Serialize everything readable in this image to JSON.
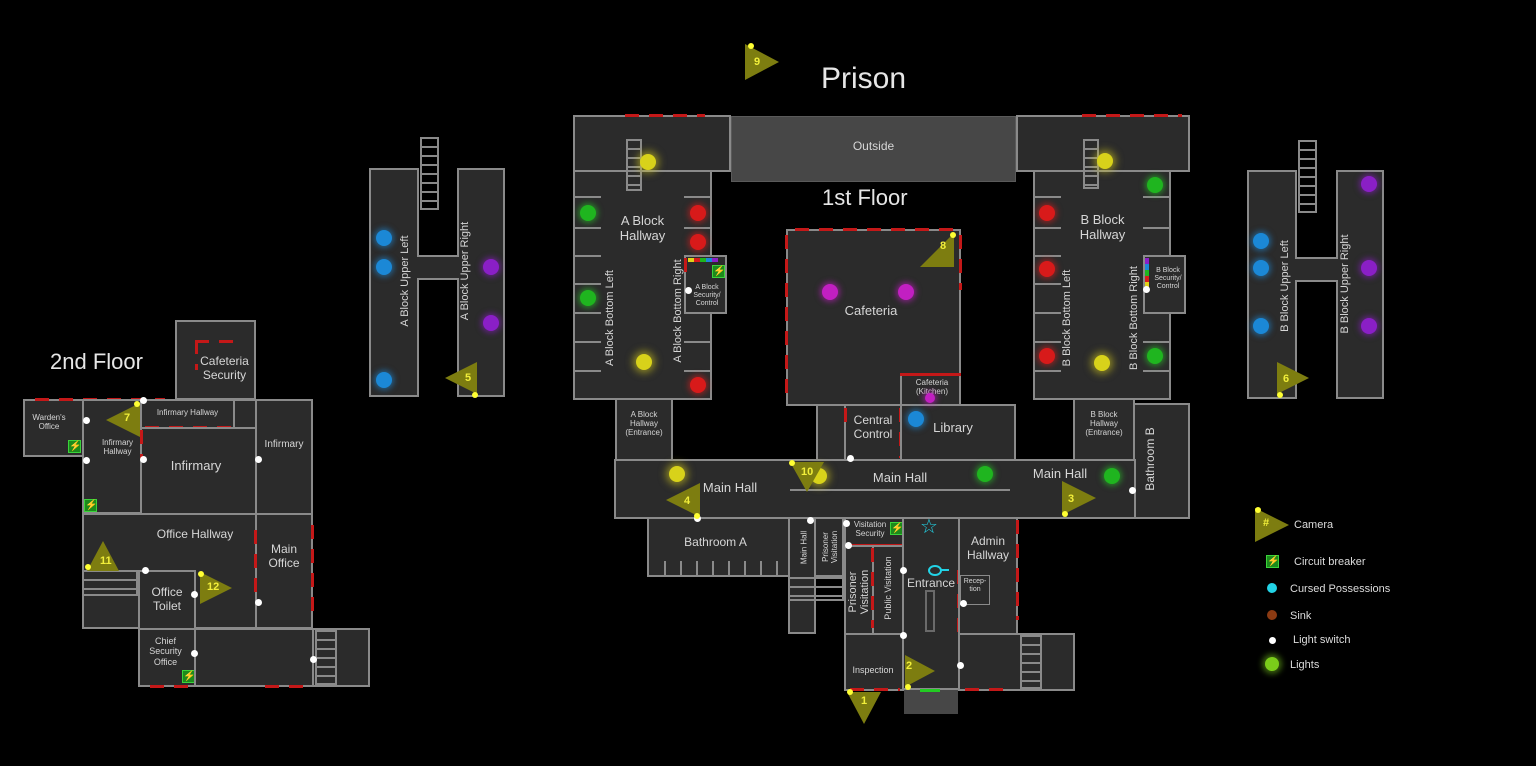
{
  "map": {
    "title": "Prison",
    "floor1_label": "1st Floor",
    "floor2_label": "2nd Floor",
    "outside_label": "Outside"
  },
  "rooms_floor1": {
    "a_block_hallway": "A Block\nHallway",
    "a_block_bottom_left": "A Block Bottom Left",
    "a_block_bottom_right": "A Block Bottom Right",
    "a_block_security": "A Block\nSecurity/\nControl",
    "a_block_entrance": "A Block\nHallway\n(Entrance)",
    "b_block_hallway": "B Block\nHallway",
    "b_block_bottom_left": "B Block Bottom Left",
    "b_block_bottom_right": "B Block Bottom Right",
    "b_block_security": "B Block\nSecurity/\nControl",
    "b_block_entrance": "B Block\nHallway\n(Entrance)",
    "cafeteria": "Cafeteria",
    "cafeteria_kitchen": "Cafeteria\n(Kitchen)",
    "central_control": "Central\nControl",
    "library": "Library",
    "main_hall_left": "Main Hall",
    "main_hall_center": "Main Hall",
    "main_hall_right": "Main Hall",
    "bathroom_a": "Bathroom A",
    "bathroom_b": "Bathroom B",
    "main_hall_small": "Main Hall",
    "prisoner_visitation_small": "Prisoner\nVisitation",
    "visitation_security": "Visitation\nSecurity",
    "prisoner_visitation": "Prisoner\nVisitation",
    "public_visitation": "Public Visitation",
    "entrance": "Entrance",
    "admin_hallway": "Admin\nHallway",
    "reception": "Recep-\ntion",
    "inspection": "Inspection"
  },
  "rooms_upper": {
    "a_block_upper_left": "A Block Upper Left",
    "a_block_upper_right": "A Block Upper Right",
    "b_block_upper_left": "B Block Upper Left",
    "b_block_upper_right": "B Block Upper Right"
  },
  "rooms_floor2": {
    "cafeteria_security": "Cafeteria\nSecurity",
    "wardens_office": "Warden's\nOffice",
    "infirmary_hallway_top": "Infirmary Hallway",
    "infirmary_hallway_side": "Infirmary\nHallway",
    "infirmary_main": "Infirmary",
    "infirmary_side": "Infirmary",
    "office_hallway": "Office Hallway",
    "main_office": "Main\nOffice",
    "office_toilet": "Office\nToilet",
    "chief_security_office": "Chief\nSecurity\nOffice"
  },
  "cameras": [
    {
      "id": "1",
      "label": "1"
    },
    {
      "id": "2",
      "label": "2"
    },
    {
      "id": "3",
      "label": "3"
    },
    {
      "id": "4",
      "label": "4"
    },
    {
      "id": "5",
      "label": "5"
    },
    {
      "id": "6",
      "label": "6"
    },
    {
      "id": "7",
      "label": "7"
    },
    {
      "id": "8",
      "label": "8"
    },
    {
      "id": "9",
      "label": "9"
    },
    {
      "id": "10",
      "label": "10"
    },
    {
      "id": "11",
      "label": "11"
    },
    {
      "id": "12",
      "label": "12"
    }
  ],
  "legend": {
    "camera": "Camera",
    "camera_symbol": "#",
    "circuit_breaker": "Circuit breaker",
    "cursed_possessions": "Cursed Possessions",
    "sink": "Sink",
    "light_switch": "Light switch",
    "lights": "Lights"
  },
  "colors": {
    "background": "#000000",
    "room_fill": "#2b2b2b",
    "wall": "#8a8a8a",
    "locked_wall": "#c41818",
    "camera": "#8a8a12",
    "camera_number": "#f2ef3a",
    "breaker": "#1c8a1c",
    "cursed": "#22d3e6",
    "sink": "#8b3a12",
    "light_switch": "#ffffff",
    "lights": "#7acc1a"
  },
  "icons": {
    "breaker": "⚡",
    "cursed_star": "☆"
  }
}
